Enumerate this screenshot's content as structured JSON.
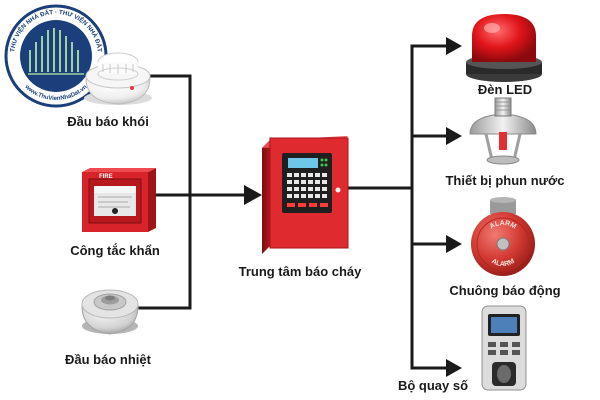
{
  "watermark": {
    "text_top": "THƯ VIỆN NHÀ ĐẤT · THƯ VIỆN NHÀ ĐẤT",
    "text_bottom": "www.ThuVienNhaDat.vn",
    "color": "#1b3f7a"
  },
  "inputs": [
    {
      "label": "Đầu báo khói",
      "icon": "smoke-detector-icon"
    },
    {
      "label": "Công tắc khẩn",
      "icon": "manual-call-point-icon"
    },
    {
      "label": "Đầu báo nhiệt",
      "icon": "heat-detector-icon"
    }
  ],
  "central": {
    "label": "Trung tâm báo cháy",
    "icon": "fire-alarm-control-panel-icon"
  },
  "outputs": [
    {
      "label": "Đèn LED",
      "icon": "red-beacon-light-icon"
    },
    {
      "label": "Thiết bị phun nước",
      "icon": "sprinkler-head-icon"
    },
    {
      "label": "Chuông báo động",
      "icon": "alarm-bell-icon"
    },
    {
      "label": "Bộ quay số",
      "icon": "auto-dialer-icon"
    }
  ],
  "device_text": {
    "fire": "FIRE",
    "alarm": "ALARM"
  },
  "colors": {
    "line": "#1a1a1a",
    "device_red": "#d8232a",
    "text": "#1a1a1a"
  }
}
